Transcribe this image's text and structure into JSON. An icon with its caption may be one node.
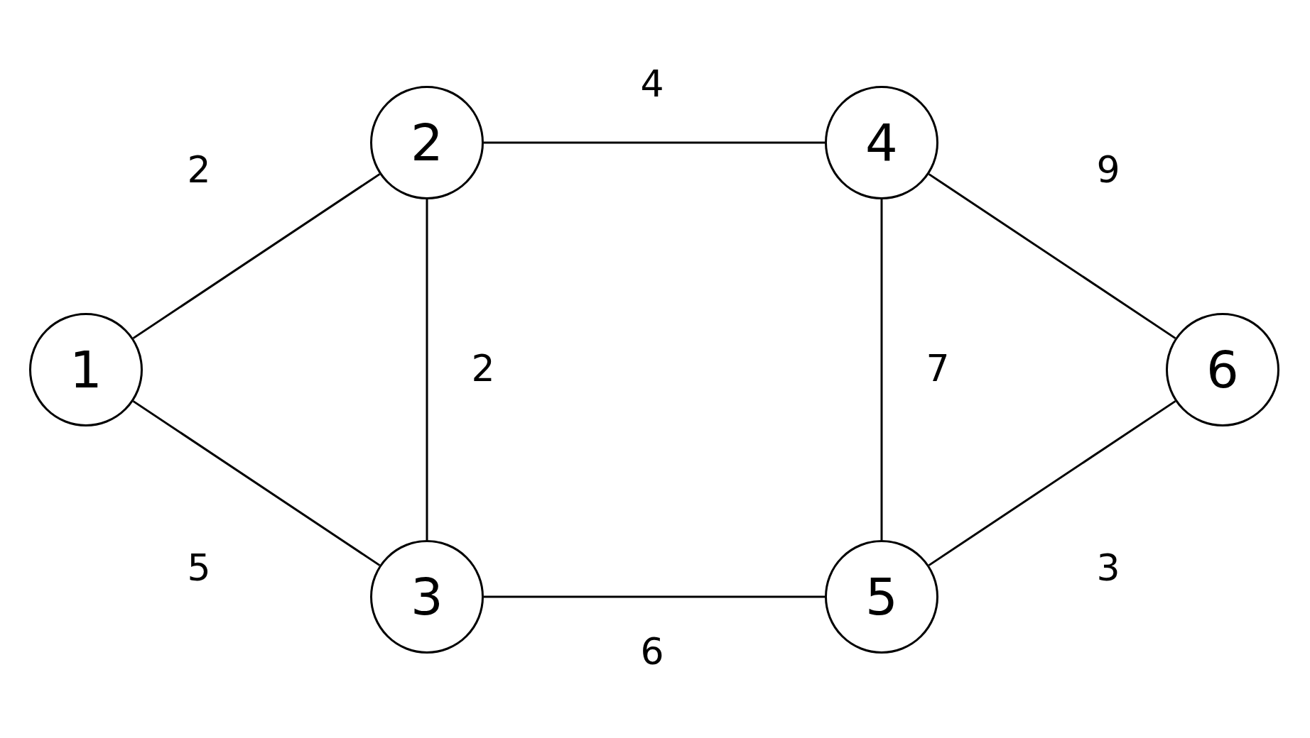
{
  "diagram": {
    "nodes": [
      {
        "text": [
          "1"
        ]
      },
      {
        "text": [
          "2"
        ]
      },
      {
        "text": [
          "3"
        ]
      },
      {
        "text": [
          "4"
        ]
      },
      {
        "text": [
          "5"
        ]
      },
      {
        "text": [
          "6"
        ]
      }
    ],
    "edges": [
      {
        "from": 0,
        "to": 1,
        "arrow": "none",
        "label": "2"
      },
      {
        "from": 0,
        "to": 2,
        "arrow": "none",
        "label": "5"
      },
      {
        "from": 1,
        "to": 3,
        "arrow": "none",
        "label": "4"
      },
      {
        "from": 1,
        "to": 2,
        "arrow": "none",
        "label": "2"
      },
      {
        "from": 3,
        "to": 4,
        "arrow": "none",
        "label": "7"
      },
      {
        "from": 3,
        "to": 5,
        "arrow": "none",
        "label": "9"
      },
      {
        "from": 2,
        "to": 4,
        "arrow": "none",
        "label": "6"
      },
      {
        "from": 4,
        "to": 5,
        "arrow": "none",
        "label": "3"
      }
    ]
  }
}
